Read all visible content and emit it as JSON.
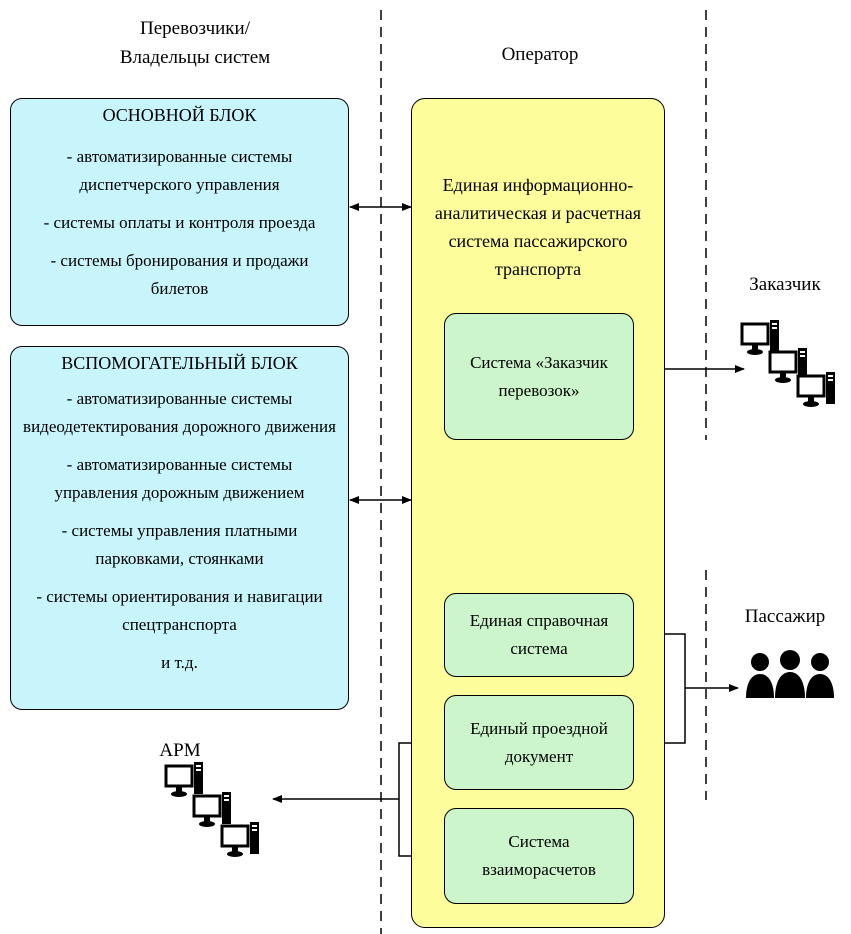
{
  "headings": {
    "carriers": "Перевозчики/\nВладельцы систем",
    "operator": "Оператор",
    "customer": "Заказчик",
    "passenger": "Пассажир",
    "arm": "АРМ"
  },
  "main_block": {
    "title": "ОСНОВНОЙ БЛОК",
    "items": [
      "- автоматизированные системы диспетчерского управления",
      "- системы оплаты и контроля проезда",
      "- системы бронирования и продажи билетов"
    ]
  },
  "aux_block": {
    "title": "ВСПОМОГАТЕЛЬНЫЙ БЛОК",
    "items": [
      "- автоматизированные системы видеодетектирования дорожного движения",
      "- автоматизированные системы управления дорожным движением",
      "- системы управления платными парковками, стоянками",
      "- системы ориентирования и навигации спецтранспорта",
      "и т.д."
    ]
  },
  "operator_box": {
    "title": "Единая информационно-аналитическая и расчетная система пассажирского транспорта"
  },
  "subsystems": {
    "customer_system": "Система «Заказчик перевозок»",
    "reference_system": "Единая справочная система",
    "travel_document": "Единый проездной документ",
    "settlement_system": "Система взаиморасчетов"
  },
  "icons": {
    "computers": "computer-icon",
    "passengers": "people-icon",
    "arrows": "arrow-icon"
  }
}
